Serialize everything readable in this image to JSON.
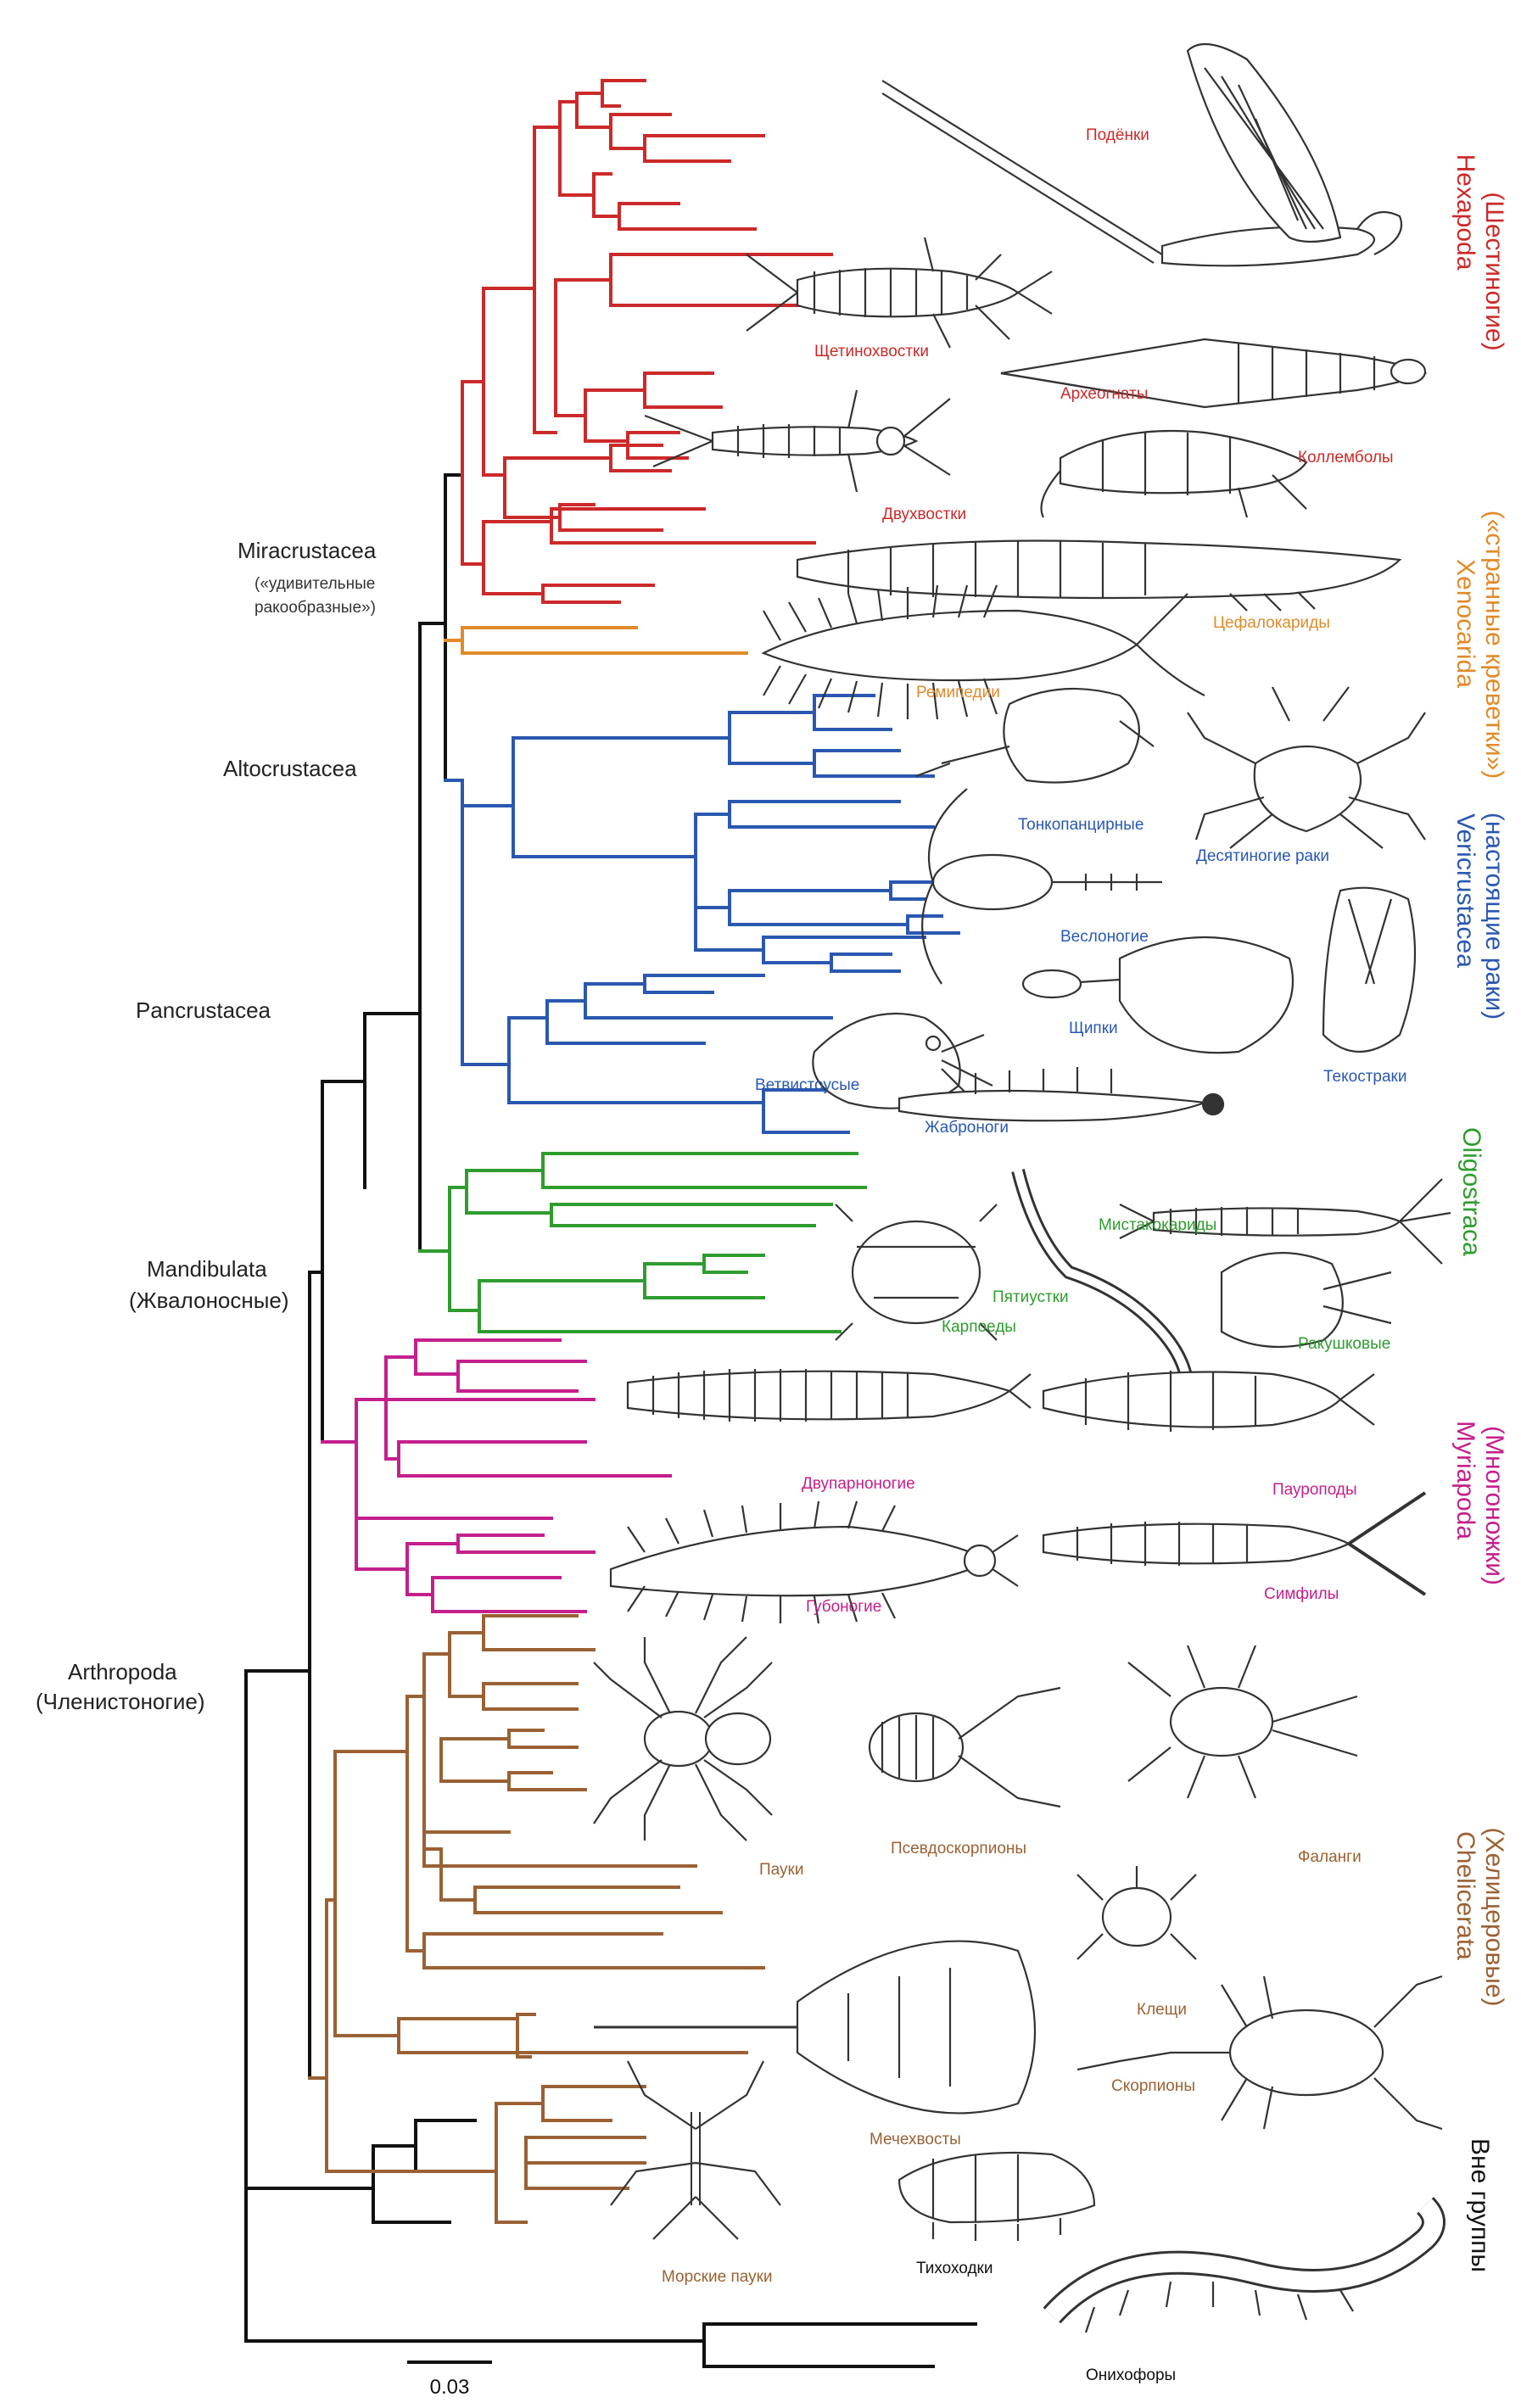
{
  "colors": {
    "hexapoda": "#cc2a2a",
    "xenocarida": "#e08a2a",
    "vericrustacea": "#2a58b0",
    "oligostraca": "#2f9c2f",
    "myriapoda": "#c41f8c",
    "chelicerata": "#9a6234",
    "outgroups": "#111111",
    "backbone": "#111111"
  },
  "nodes": {
    "miracrustacea": {
      "name": "Miracrustacea",
      "sub1": "(«удивительные",
      "sub2": "ракообразные»)"
    },
    "altocrustacea": {
      "name": "Altocrustacea"
    },
    "pancrustacea": {
      "name": "Pancrustacea"
    },
    "mandibulata": {
      "name": "Mandibulata",
      "sub": "(Жвалоносные)"
    },
    "arthropoda": {
      "name": "Arthropoda",
      "sub": "(Членистоногие)"
    }
  },
  "clades": {
    "hexapoda": {
      "name": "Hexapoda",
      "sub": "(Шестиногие)"
    },
    "xenocarida": {
      "name": "Xenocarida",
      "sub": "(«странные креветки»)"
    },
    "vericrustacea": {
      "name": "Vericrustacea",
      "sub": "(настоящие раки)"
    },
    "oligostraca": {
      "name": "Oligostraca"
    },
    "myriapoda": {
      "name": "Myriapoda",
      "sub": "(Многоножки)"
    },
    "chelicerata": {
      "name": "Chelicerata",
      "sub": "(Хелицеровые)"
    },
    "outgroups": {
      "name": "Вне группы"
    }
  },
  "tips": {
    "podenki": "Подёнки",
    "shchetinokhvostki": "Щетинохвостки",
    "arkheognaty": "Археогнаты",
    "kollembolly": "Коллемболы",
    "dvukhvostki": "Двухвостки",
    "tsefalokaridy": "Цефалокариды",
    "remipedii": "Ремипедии",
    "tonkopantsirnye": "Тонкопанцирные",
    "desyatinogie": "Десятиногие раки",
    "veslonogie": "Веслоногие",
    "shchipki": "Щипки",
    "tekostrani": "Текостраки",
    "vetvistousye": "Ветвистоусые",
    "zhabronogi": "Жаброноги",
    "mistakokaridy": "Мистакокариды",
    "pyatiustki": "Пятиустки",
    "karpoedy": "Карпоеды",
    "rakushkovye": "Ракушковые",
    "dvuparnonogie": "Двупарноногие",
    "pauropody": "Пауроподы",
    "gubonogie": "Губоногие",
    "simfily": "Симфилы",
    "pauki": "Пауки",
    "psevdoskorpiony": "Псевдоскорпионы",
    "falangi": "Фаланги",
    "kleshchi": "Клещи",
    "skorpiony": "Скорпионы",
    "mechekhvosty": "Мечехвосты",
    "morskie_pauki": "Морские пауки",
    "tikhokhodki": "Тихоходки",
    "onikhofory": "Онихофоры"
  },
  "scale_bar": {
    "label": "0.03"
  }
}
